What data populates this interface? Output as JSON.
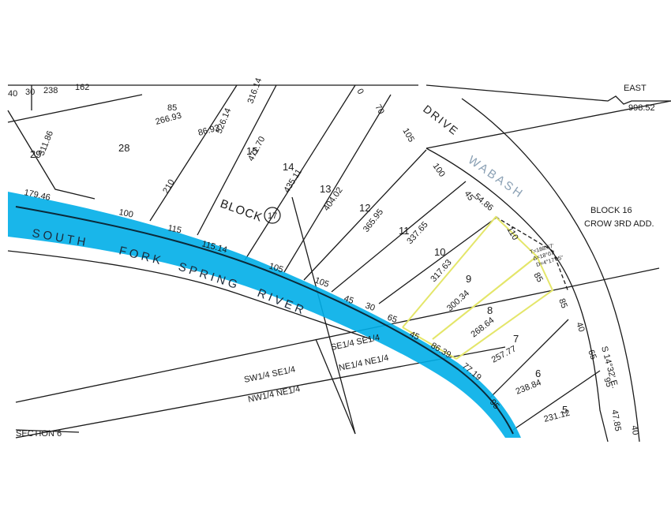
{
  "river": {
    "label_1": "SOUTH",
    "label_2": "FORK",
    "label_3": "SPRING",
    "label_4": "RIVER",
    "color": "#00aee8"
  },
  "highlight_color": "#e4e66a",
  "street": {
    "name": "WABASH",
    "suffix": "DRIVE"
  },
  "block_label": "BLOCK",
  "block_number": "17",
  "east_label": "EAST",
  "east_dim": "998.52",
  "note": {
    "line_1": "BLOCK 16",
    "line_2": "CROW 3RD ADD."
  },
  "curve_data": {
    "line_1": "T=188.67'",
    "line_2": "Δ=18°07'",
    "line_3": "D=4°17'05\""
  },
  "bearing": "S 14°32' E.",
  "quarter_sections": {
    "se_se": "SE1/4 SE1/4",
    "sw_se": "SW1/4 SE1/4",
    "ne_ne": "NE1/4 NE1/4",
    "nw_ne": "NW1/4 NE1/4",
    "section": "SECTION 6"
  },
  "lots": [
    {
      "no": "29"
    },
    {
      "no": "28"
    },
    {
      "no": "15"
    },
    {
      "no": "14"
    },
    {
      "no": "13"
    },
    {
      "no": "12"
    },
    {
      "no": "11"
    },
    {
      "no": "10"
    },
    {
      "no": "9"
    },
    {
      "no": "8"
    },
    {
      "no": "7"
    },
    {
      "no": "6"
    },
    {
      "no": "5"
    }
  ],
  "depths": [
    "311.86",
    "526.14",
    "471.70",
    "435.11",
    "404.02",
    "365.95",
    "337.65",
    "317.63",
    "300.34",
    "268.64",
    "257.77",
    "238.84",
    "231.12"
  ],
  "rear_dims": [
    "179.46",
    "100",
    "115",
    "115.14",
    "105",
    "105",
    "45",
    "30",
    "65",
    "45",
    "86.39",
    "77.19",
    "95"
  ],
  "front_dims": [
    "0",
    "70",
    "105",
    "100",
    "45",
    "54.86",
    "110",
    "85",
    "85",
    "40",
    "65",
    "95",
    "47.85",
    "40"
  ],
  "top_dims": [
    "40",
    "30",
    "238",
    "162",
    "85",
    "266.93",
    "86.93",
    "316.14",
    "210"
  ]
}
